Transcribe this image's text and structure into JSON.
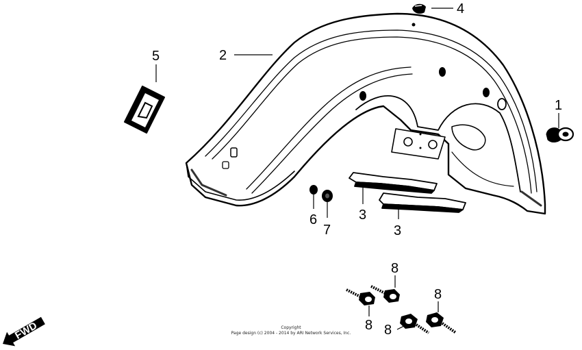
{
  "callouts": {
    "c1": "1",
    "c2": "2",
    "c3a": "3",
    "c3b": "3",
    "c4": "4",
    "c5": "5",
    "c6": "6",
    "c7": "7",
    "c8a": "8",
    "c8b": "8",
    "c8c": "8",
    "c8d": "8"
  },
  "direction_label": "FWD",
  "copyright": {
    "line1": "Copyright",
    "line2": "Page design (c) 2004 - 2014 by ARI Network Services, Inc."
  }
}
